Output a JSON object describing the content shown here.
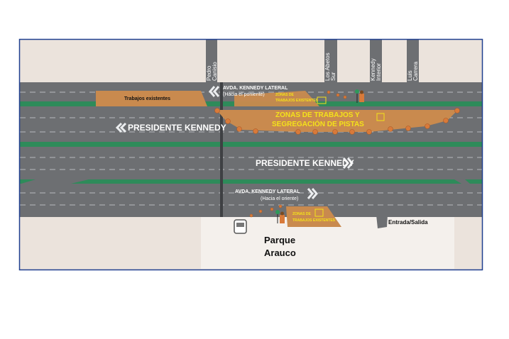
{
  "map": {
    "main_road": "PRESIDENTE KENNEDY",
    "lateral_north": {
      "name": "AVDA. KENNEDY LATERAL",
      "direction": "(Hacia el poniente)"
    },
    "lateral_south": {
      "name": "AVDA. KENNEDY LATERAL",
      "direction": "(Hacia el oriente)"
    },
    "streets": {
      "pedro_canisio": [
        "Pedro",
        "Canisio"
      ],
      "los_abetos_sur": [
        "Los Abetos",
        "Sur"
      ],
      "kennedy_interior": [
        "Kennedy",
        "Interior"
      ],
      "luis_carrera": [
        "Luis",
        "Carrera"
      ]
    },
    "work_zone_main": [
      "ZONAS DE TRABAJOS Y",
      "SEGREGACIÓN DE PISTAS"
    ],
    "existing_works_label": "Trabajos existentes",
    "existing_zone_small": [
      "ZONAS DE",
      "TRABAJOS EXISTENTES"
    ],
    "entrance": "Entrada/Salida",
    "place": [
      "Parque",
      "Arauco"
    ],
    "colors": {
      "road": "#6d6f72",
      "median": "#2e8b5a",
      "work": "#c98a4e",
      "cone": "#d87a3a",
      "sign": "#f4e21a",
      "land": "#ebe3dc",
      "border": "#1f3f8f"
    }
  }
}
